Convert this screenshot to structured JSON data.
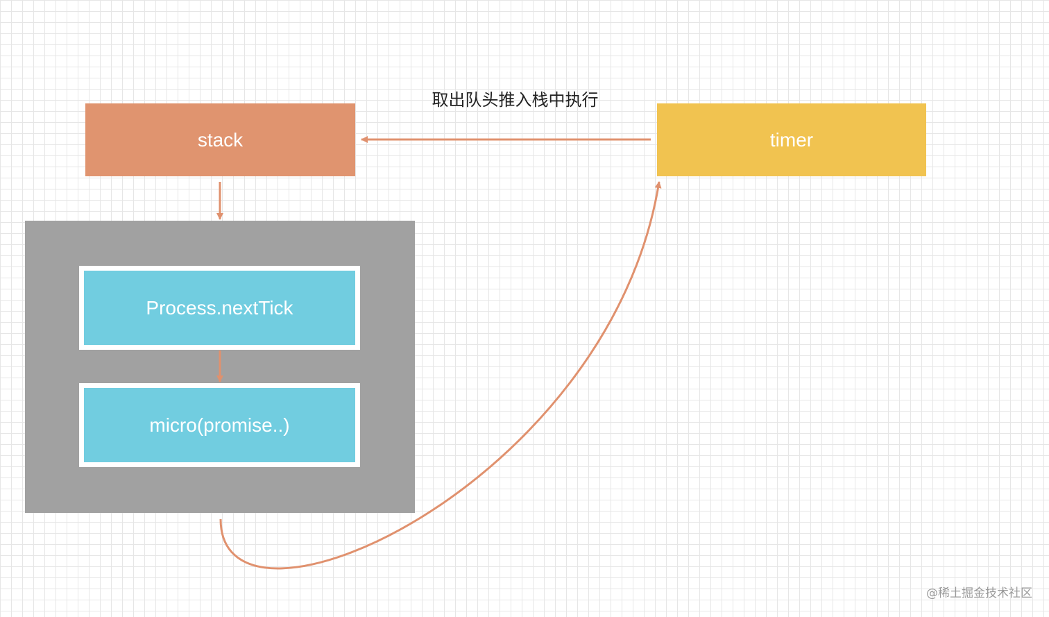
{
  "nodes": {
    "stack": "stack",
    "timer": "timer",
    "next_tick": "Process.nextTick",
    "micro_promise": "micro(promise..)"
  },
  "edge_label": "取出队头推入栈中执行",
  "watermark": "@稀土掘金技术社区",
  "colors": {
    "stack": "#e0946f",
    "timer": "#f1c350",
    "microtask_group": "#a1a1a1",
    "task_box": "#71cde0",
    "arrow": "#e0916e"
  }
}
